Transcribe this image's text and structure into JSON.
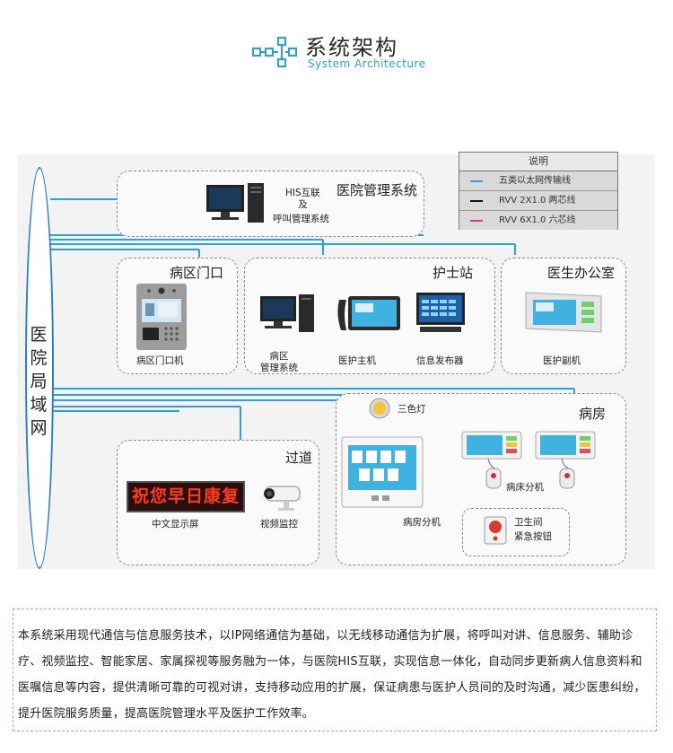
{
  "header": {
    "title_cn": "系统架构",
    "title_en": "System Architecture"
  },
  "legend": {
    "title": "说明",
    "items": [
      {
        "label": "五类以太网传输线",
        "color": "#2e9fe0"
      },
      {
        "label": "RVV 2X1.0 两芯线",
        "color": "#111111"
      },
      {
        "label": "RVV 6X1.0 六芯线",
        "color": "#d23b8c"
      }
    ]
  },
  "lan_label": "医院局域网",
  "groups": {
    "hospital_mgmt": {
      "title": "医院管理系统",
      "his_line1": "HIS互联",
      "his_line2": "及",
      "his_line3": "呼叫管理系统"
    },
    "ward_gate": {
      "title": "病区门口",
      "device": "病区门口机"
    },
    "nurse_station": {
      "title": "护士站",
      "pc_line1": "病区",
      "pc_line2": "管理系统",
      "host": "医护主机",
      "publisher": "信息发布器"
    },
    "doctor_office": {
      "title": "医生办公室",
      "device": "医护副机"
    },
    "corridor": {
      "title": "过道",
      "led_text": "祝您早日康复",
      "display": "中文显示屏",
      "camera": "视频监控"
    },
    "ward_room": {
      "title": "病房",
      "tricolor": "三色灯",
      "room_unit": "病房分机",
      "bed_unit": "病床分机",
      "toilet": "卫生间",
      "emergency": "紧急按钮"
    }
  },
  "description": "本系统采用现代通信与信息服务技术，以IP网络通信为基础，以无线移动通信为扩展，将呼叫对讲、信息服务、辅助诊疗、视频监控、智能家居、家属探视等服务融为一体，与医院HIS互联，实现信息一体化，自动同步更新病人信息资料和医嘱信息等内容，提供清晰可靠的可视对讲，支持移动应用的扩展，保证病患与医护人员间的及时沟通，减少医患纠纷，提升医院服务质量，提高医院管理水平及医护工作效率。"
}
